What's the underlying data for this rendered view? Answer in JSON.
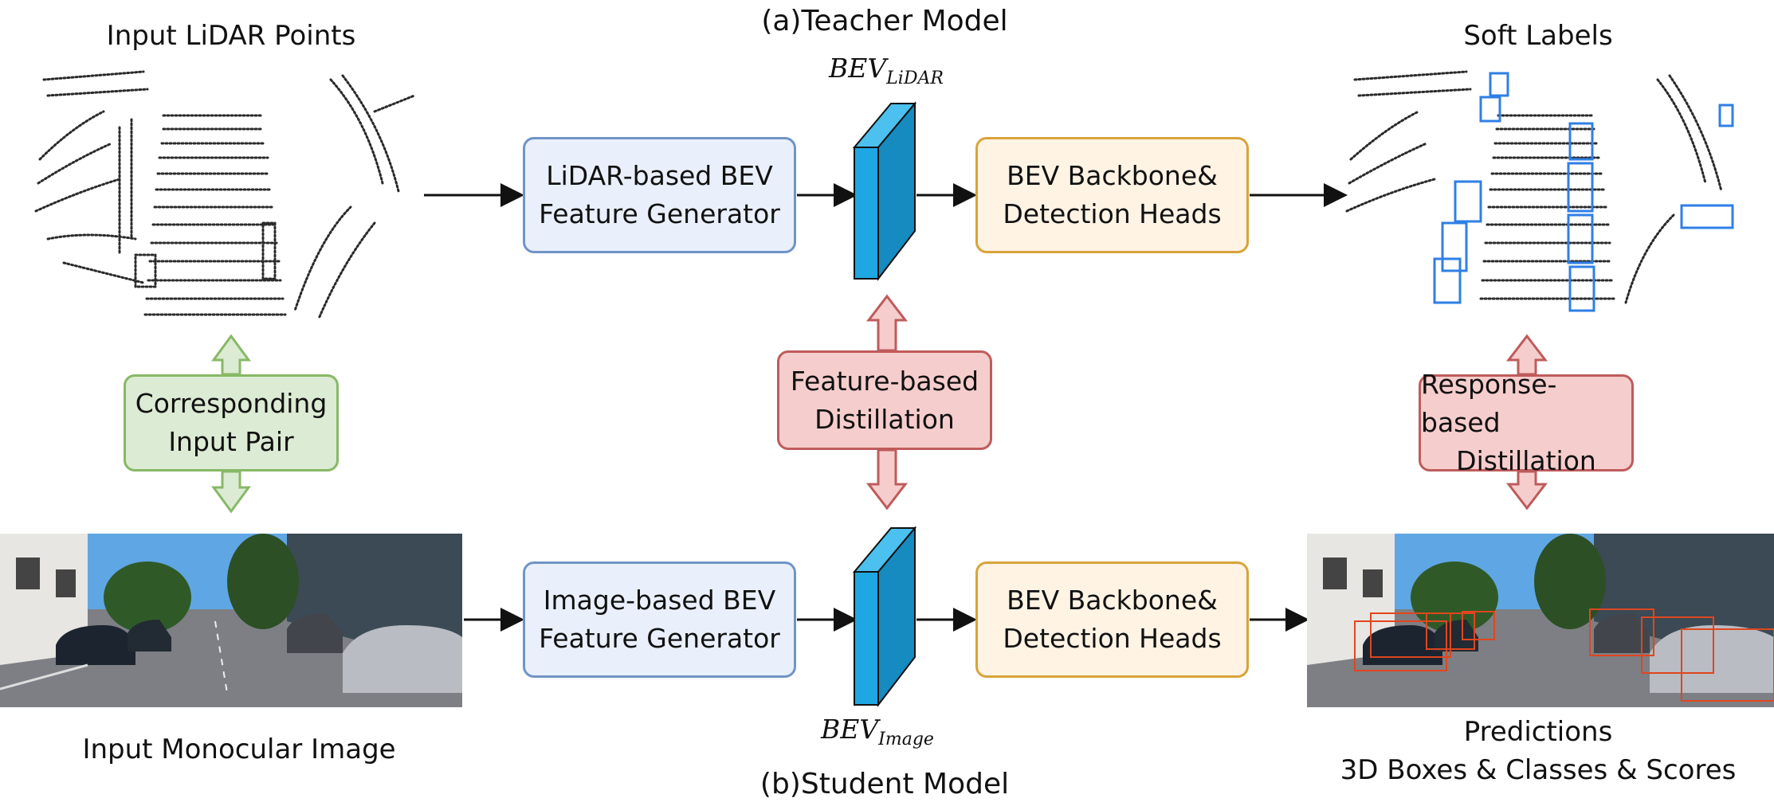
{
  "titles": {
    "teacher": "(a)Teacher Model",
    "student": "(b)Student Model"
  },
  "captions": {
    "lidar_input": "Input LiDAR Points",
    "image_input": "Input Monocular Image",
    "soft_labels": "Soft Labels",
    "predictions_line1": "Predictions",
    "predictions_line2": "3D Boxes & Classes & Scores"
  },
  "boxes": {
    "lidar_gen": [
      "LiDAR-based BEV",
      "Feature Generator"
    ],
    "teacher_head": [
      "BEV Backbone&",
      "Detection Heads"
    ],
    "image_gen": [
      "Image-based BEV",
      "Feature Generator"
    ],
    "student_head": [
      "BEV Backbone&",
      "Detection Heads"
    ],
    "feature_distill": [
      "Feature-based",
      "Distillation"
    ],
    "response_distill": [
      "Response-based",
      "Distillation"
    ],
    "pair": [
      "Corresponding",
      "Input Pair"
    ]
  },
  "bev": {
    "lidar": {
      "main": "BEV",
      "sub": "LiDAR"
    },
    "image": {
      "main": "BEV",
      "sub": "Image"
    }
  },
  "colors": {
    "feature_blue": "#1fa7e3",
    "distill_red": "#f6cdcd",
    "pair_green": "#dcebd3",
    "box_blue": "#e9f0fb",
    "box_orange": "#fff3e4",
    "pred_box": "#e0461e",
    "soft_box": "#2f7fe6"
  }
}
